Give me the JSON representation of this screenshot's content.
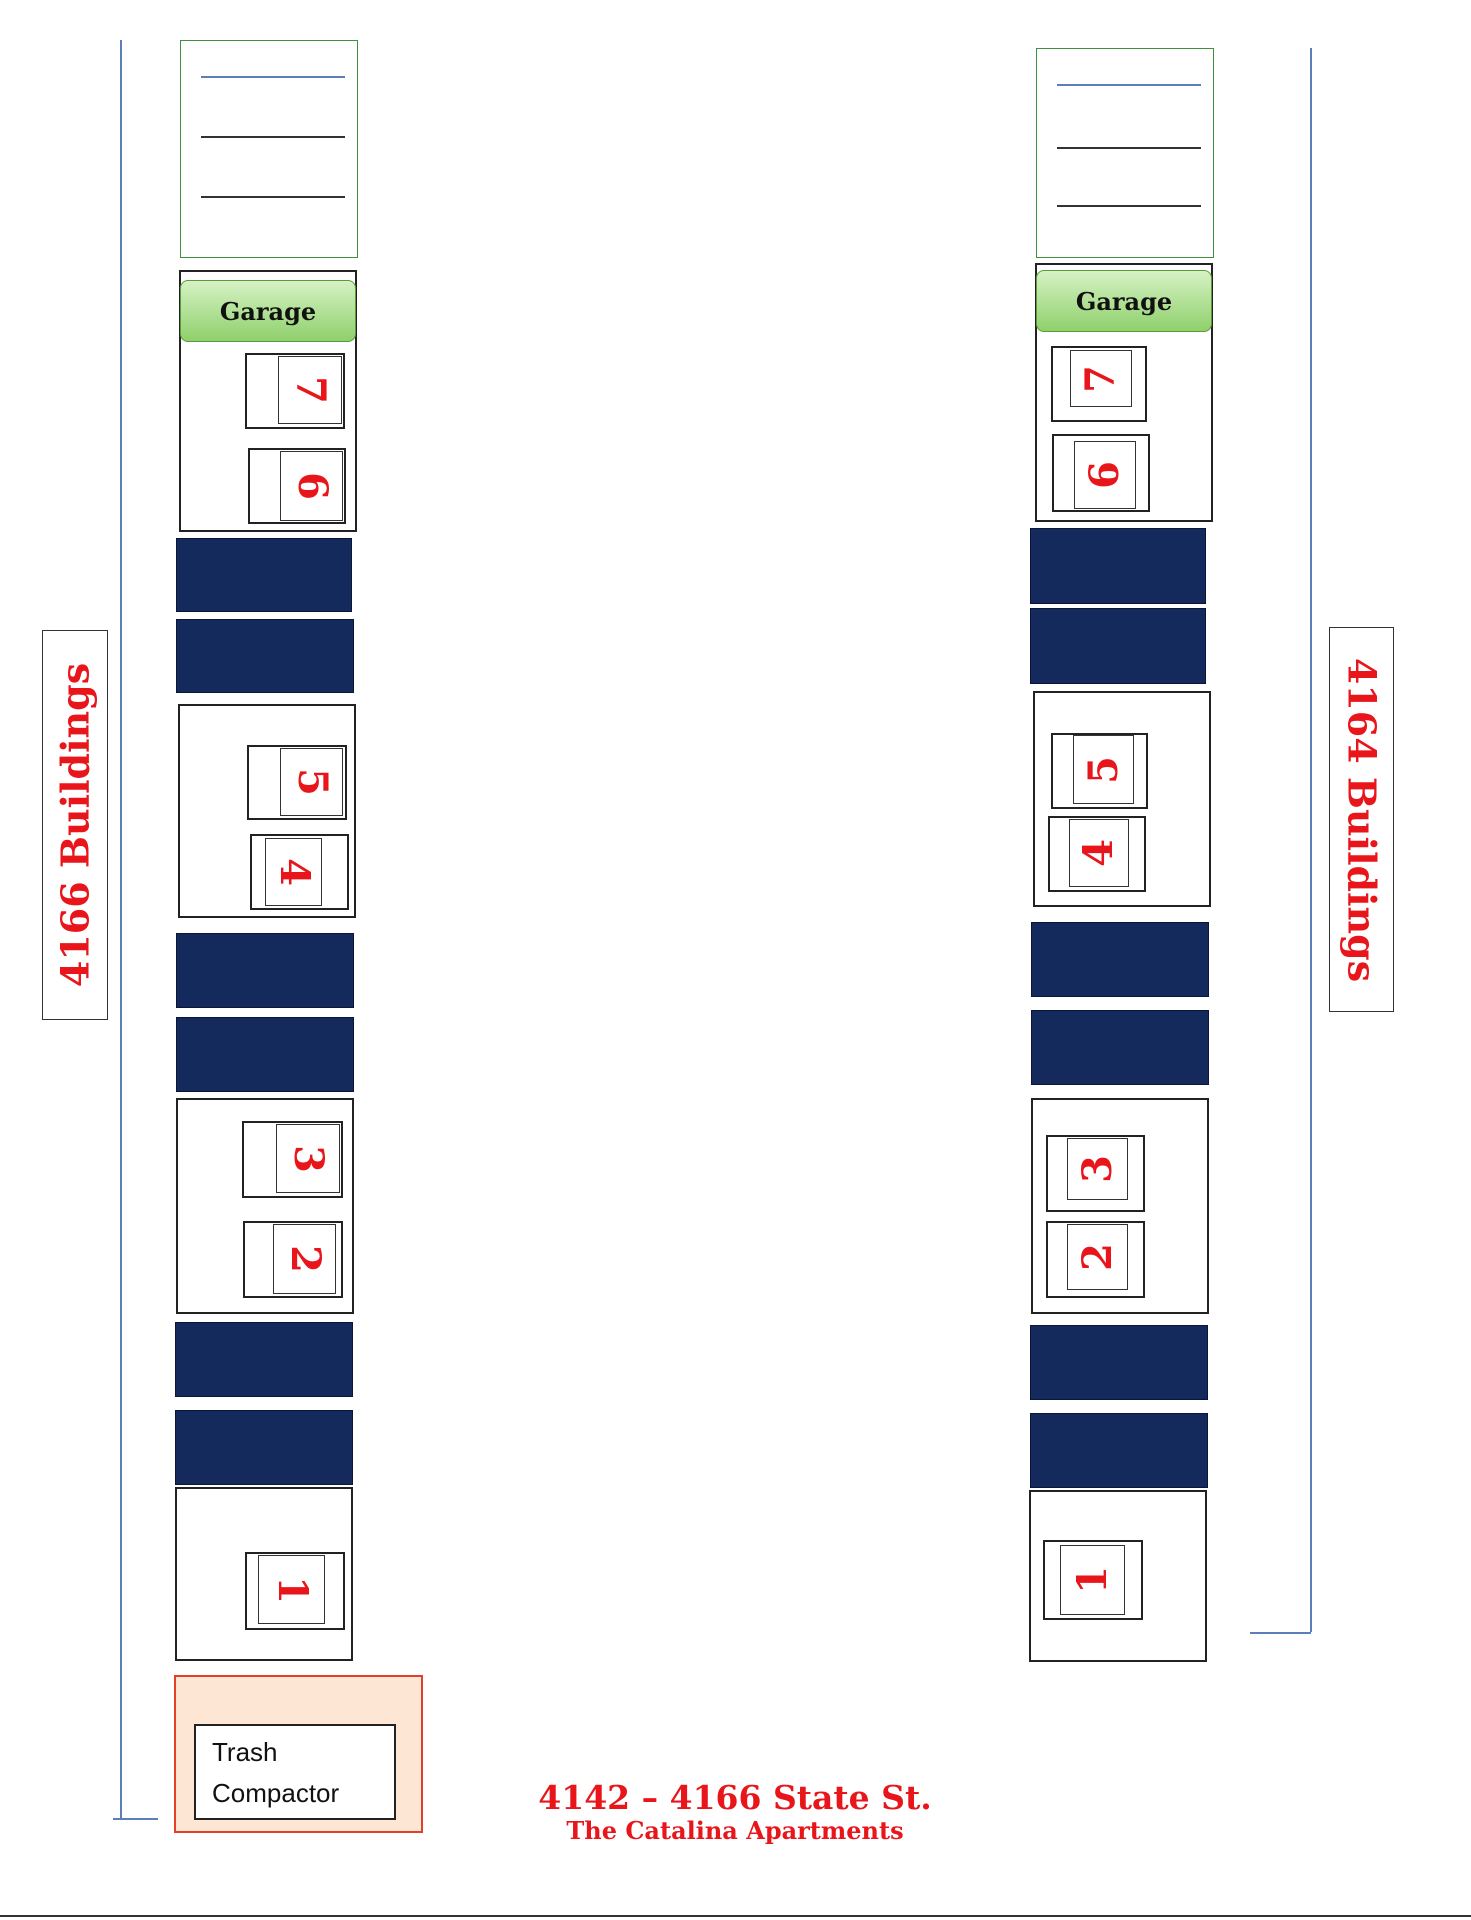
{
  "map": {
    "left_building_label": "4166 Buildings",
    "right_building_label": "4164 Buildings",
    "garage_label": "Garage",
    "trash_compactor": {
      "line1": "Trash",
      "line2": "Compactor"
    },
    "address_title": "4142 – 4166 State St.",
    "address_subtitle": "The Catalina Apartments",
    "units": [
      "1",
      "2",
      "3",
      "4",
      "5",
      "6",
      "7"
    ]
  },
  "colors": {
    "unit_number": "#e8161b",
    "carport_navy": "#142a5c",
    "garage_green": "#8fd06c",
    "trash_fill": "#fde6d3",
    "trash_border": "#e2402b"
  }
}
